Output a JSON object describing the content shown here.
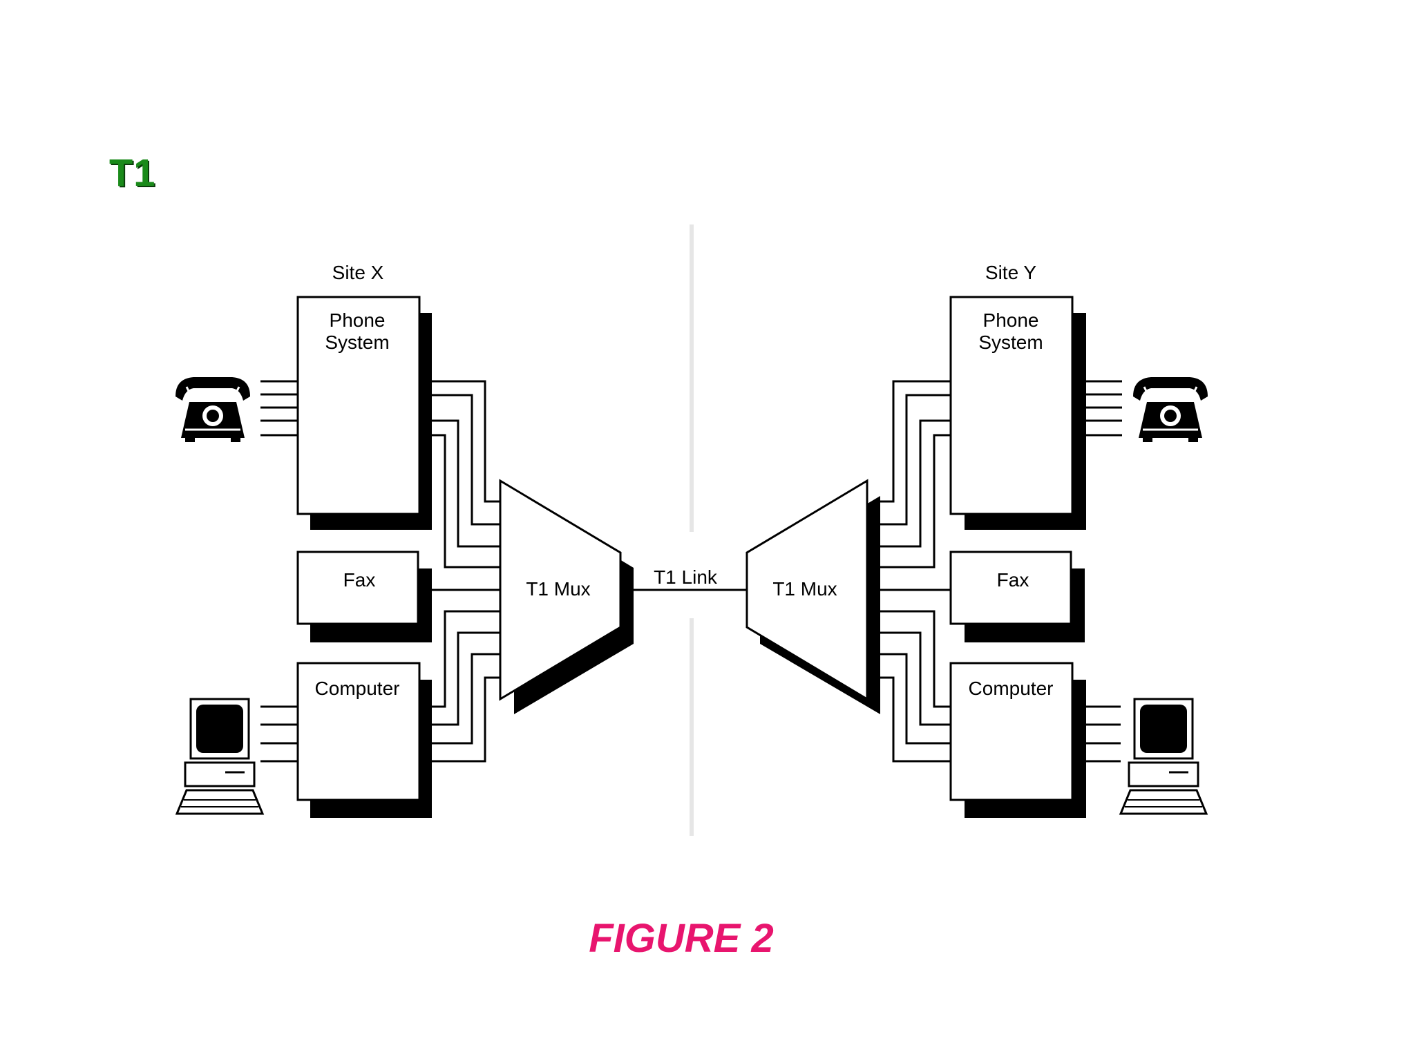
{
  "slide": {
    "title": "T1",
    "caption": "FIGURE 2"
  },
  "colors": {
    "title": "#1a8a1a",
    "caption": "#e8156e",
    "line": "#000000",
    "shadow": "#000000",
    "divider": "#e6e6e6"
  },
  "diagram": {
    "link_label": "T1 Link",
    "site_x": {
      "label": "Site X",
      "phone_system": [
        "Phone",
        "System"
      ],
      "fax": "Fax",
      "computer": "Computer",
      "mux": "T1 Mux",
      "phone_icon": "telephone-icon",
      "pc_icon": "computer-terminal-icon"
    },
    "site_y": {
      "label": "Site Y",
      "phone_system": [
        "Phone",
        "System"
      ],
      "fax": "Fax",
      "computer": "Computer",
      "mux": "T1 Mux",
      "phone_icon": "telephone-icon",
      "pc_icon": "computer-terminal-icon"
    }
  }
}
